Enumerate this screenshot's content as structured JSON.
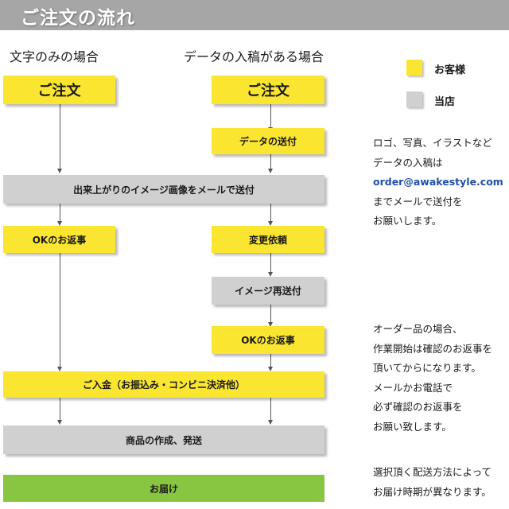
{
  "header": {
    "title": "ご注文の流れ"
  },
  "columns": {
    "text_only": "文字のみの場合",
    "with_data": "データの入稿がある場合"
  },
  "boxes": {
    "order_left": "ご注文",
    "order_right": "ご注文",
    "data_send": "データの送付",
    "proof_send": "出来上がりのイメージ画像をメールで送付",
    "ok_reply_left": "OKのお返事",
    "change_request": "変更依頼",
    "image_resend": "イメージ再送付",
    "ok_reply_right": "OKのお返事",
    "payment": "ご入金（お振込み・コンビニ決済他）",
    "production": "商品の作成、発送",
    "delivery": "お届け"
  },
  "legend": {
    "customer": {
      "label": "お客様",
      "color": "#fae531"
    },
    "shop": {
      "label": "当店",
      "color": "#d0d0d0"
    }
  },
  "notes": {
    "submission": {
      "line1": "ロゴ、写真、イラストなど",
      "line2": "データの入稿は",
      "email": "order@awakestyle.com",
      "line4": "までメールで送付を",
      "line5": "お願いします。"
    },
    "order_made": {
      "line1": "オーダー品の場合、",
      "line2": "作業開始は確認のお返事を",
      "line3": "頂いてからになります。",
      "line4": "メールかお電話で",
      "line5": "必ず確認のお返事を",
      "line6": "お願い致します。"
    },
    "shipping": {
      "line1": "選択頂く配送方法によって",
      "line2": "お届け時期が異なります。"
    }
  },
  "colors": {
    "customer_yellow": "#fae531",
    "shop_gray": "#d0d0d0",
    "delivery_green": "#88c540",
    "header_gray": "#a6a6a6",
    "email_blue": "#1f4fa8"
  }
}
